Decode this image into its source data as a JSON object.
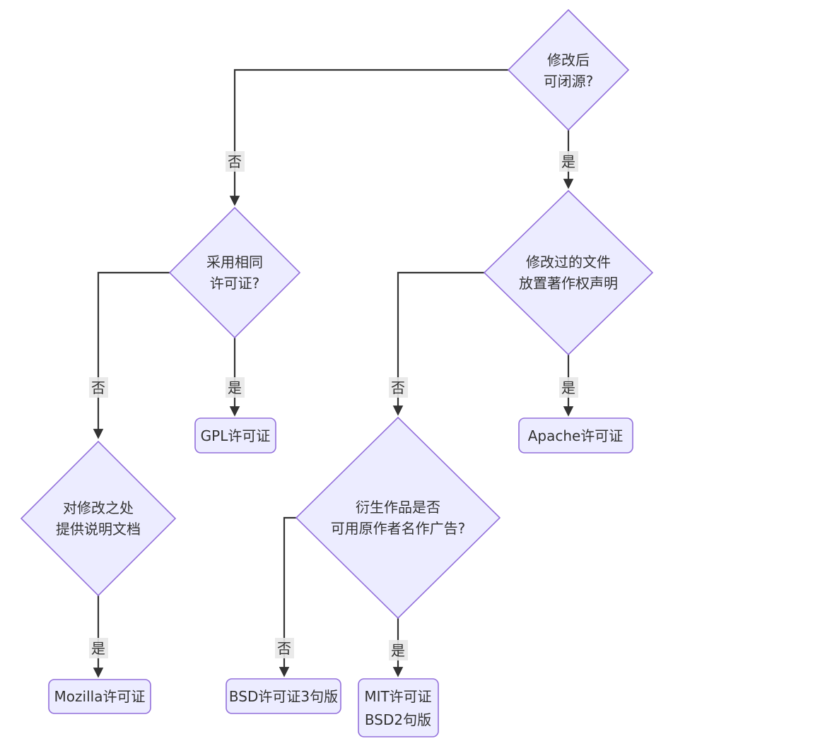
{
  "diagram": {
    "type": "flowchart",
    "direction": "top-down",
    "topic": "open-source license decision flowchart",
    "colors": {
      "node_fill": "#ECECFF",
      "node_border": "#9370DB",
      "edge_color": "#333333",
      "edge_label_bg": "#e8e8e8",
      "text_color": "#333333",
      "background": "#ffffff"
    },
    "nodes": [
      {
        "id": "can-close-source",
        "shape": "diamond",
        "lines": [
          "修改后",
          "可闭源?"
        ]
      },
      {
        "id": "same-license",
        "shape": "diamond",
        "lines": [
          "采用相同",
          "许可证?"
        ]
      },
      {
        "id": "copyright-notice",
        "shape": "diamond",
        "lines": [
          "修改过的文件",
          "放置著作权声明"
        ]
      },
      {
        "id": "doc-of-changes",
        "shape": "diamond",
        "lines": [
          "对修改之处",
          "提供说明文档"
        ]
      },
      {
        "id": "name-advertising",
        "shape": "diamond",
        "lines": [
          "衍生作品是否",
          "可用原作者名作广告?"
        ]
      },
      {
        "id": "gpl",
        "shape": "rounded-rect",
        "lines": [
          "GPL许可证"
        ]
      },
      {
        "id": "apache",
        "shape": "rounded-rect",
        "lines": [
          "Apache许可证"
        ]
      },
      {
        "id": "mozilla",
        "shape": "rounded-rect",
        "lines": [
          "Mozilla许可证"
        ]
      },
      {
        "id": "bsd3",
        "shape": "rounded-rect",
        "lines": [
          "BSD许可证3句版"
        ]
      },
      {
        "id": "mit-bsd2",
        "shape": "rounded-rect",
        "lines": [
          "MIT许可证",
          "BSD2句版"
        ]
      }
    ],
    "edges": [
      {
        "from": "can-close-source",
        "to": "same-license",
        "label": "否"
      },
      {
        "from": "can-close-source",
        "to": "copyright-notice",
        "label": "是"
      },
      {
        "from": "same-license",
        "to": "doc-of-changes",
        "label": "否"
      },
      {
        "from": "same-license",
        "to": "gpl",
        "label": "是"
      },
      {
        "from": "copyright-notice",
        "to": "name-advertising",
        "label": "否"
      },
      {
        "from": "copyright-notice",
        "to": "apache",
        "label": "是"
      },
      {
        "from": "doc-of-changes",
        "to": "mozilla",
        "label": "是"
      },
      {
        "from": "name-advertising",
        "to": "bsd3",
        "label": "否"
      },
      {
        "from": "name-advertising",
        "to": "mit-bsd2",
        "label": "是"
      }
    ]
  }
}
